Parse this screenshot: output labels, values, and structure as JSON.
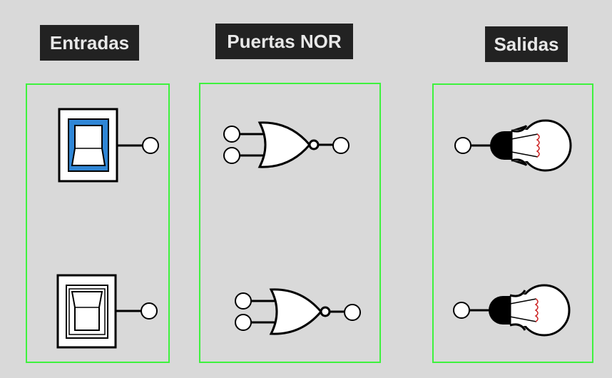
{
  "sections": {
    "inputs": {
      "title": "Entradas"
    },
    "gates": {
      "title": "Puertas NOR"
    },
    "outputs": {
      "title": "Salidas"
    }
  },
  "switches": [
    {
      "id": 1,
      "state": "on"
    },
    {
      "id": 2,
      "state": "off"
    }
  ],
  "gates": [
    {
      "id": 1,
      "type": "NOR",
      "inputs": 2
    },
    {
      "id": 2,
      "type": "NOR",
      "inputs": 2
    }
  ],
  "bulbs": [
    {
      "id": 1,
      "state": "off"
    },
    {
      "id": 2,
      "state": "off"
    }
  ],
  "colors": {
    "background": "#d9d9d9",
    "panel_border": "#3ef23e",
    "title_bg": "#222222",
    "title_text": "#e8e8e8",
    "switch_on": "#2f86d6",
    "filament": "#cc2222"
  }
}
